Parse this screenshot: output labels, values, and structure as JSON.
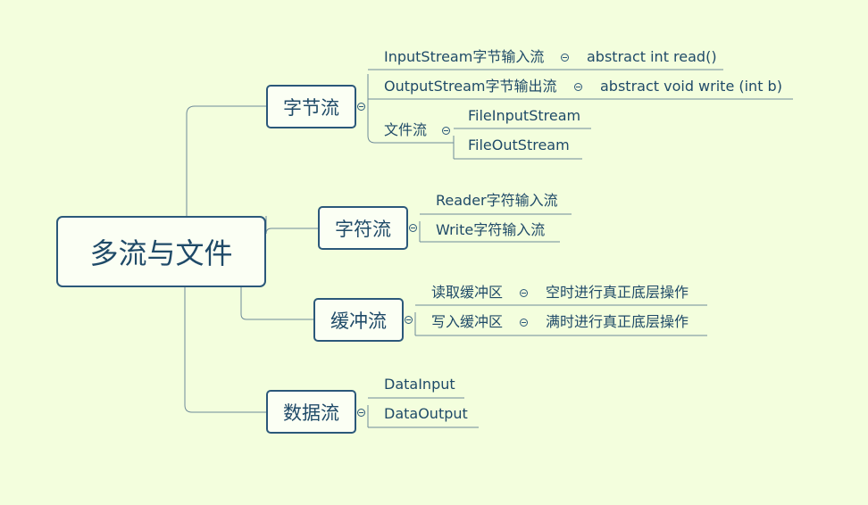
{
  "root": {
    "label": "多流与文件"
  },
  "branches": {
    "byte_stream": {
      "label": "字节流",
      "children": [
        {
          "label": "InputStream字节输入流",
          "detail": "abstract int read()"
        },
        {
          "label": "OutputStream字节输出流",
          "detail": "abstract void write (int b)"
        },
        {
          "label": "文件流",
          "children": [
            "FileInputStream",
            "FileOutStream"
          ]
        }
      ]
    },
    "char_stream": {
      "label": "字符流",
      "children": [
        {
          "label": "Reader字符输入流"
        },
        {
          "label": "Write字符输入流"
        }
      ]
    },
    "buffer_stream": {
      "label": "缓冲流",
      "children": [
        {
          "label": "读取缓冲区",
          "detail": "空时进行真正底层操作"
        },
        {
          "label": "写入缓冲区",
          "detail": "满时进行真正底层操作"
        }
      ]
    },
    "data_stream": {
      "label": "数据流",
      "children": [
        {
          "label": "DataInput"
        },
        {
          "label": "DataOutput"
        }
      ]
    }
  }
}
